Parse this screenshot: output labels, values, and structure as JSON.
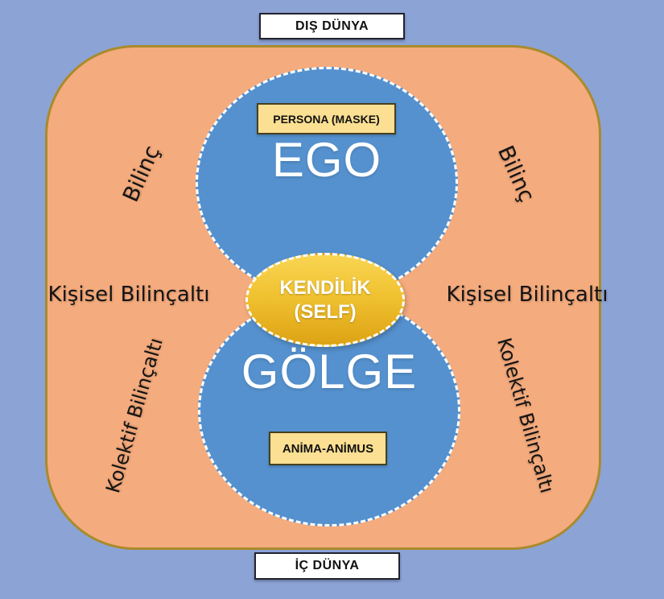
{
  "diagram": {
    "outer_world_label": "DIŞ DÜNYA",
    "inner_world_label": "İÇ DÜNYA"
  },
  "regions": {
    "conscious": "Bilinç",
    "personal_unconscious": "Kişisel Bilinçaltı",
    "collective_unconscious": "Kolektif Bilinçaltı"
  },
  "circles": {
    "ego": {
      "label": "EGO",
      "tag": "PERSONA (MASKE)"
    },
    "shadow": {
      "label": "GÖLGE",
      "tag": "ANİMA-ANİMUS"
    },
    "self": {
      "line1": "KENDİLİK",
      "line2": "(SELF)"
    }
  },
  "colors": {
    "background": "#8ca3d6",
    "panel_fill": "#f4ab7d",
    "panel_border": "#a98b2c",
    "circle_fill": "#5591ce",
    "circle_border": "#ffffff",
    "self_gradient_top": "#f9d552",
    "self_gradient_bottom": "#dda314",
    "tag_fill": "#fbdf92",
    "tag_border": "#46401f",
    "edge_box_fill": "#ffffff",
    "edge_box_border": "#23232d",
    "label_text": "#141414",
    "circle_text": "#ffffff"
  }
}
